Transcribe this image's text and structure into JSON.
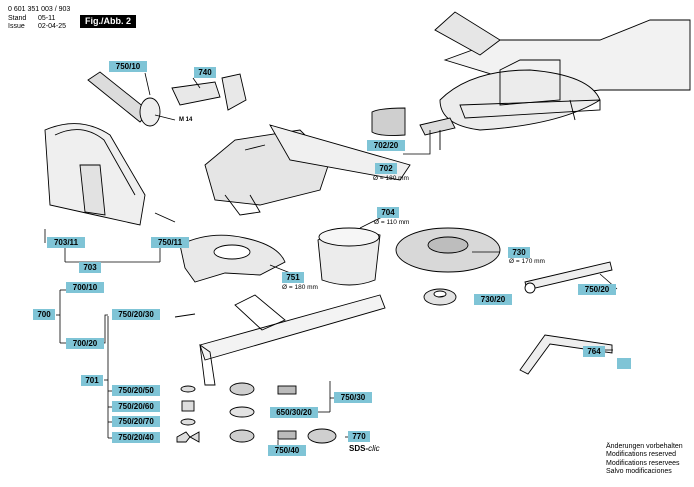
{
  "header": {
    "doc_number": "0 601 351 003 / 903",
    "stand_label": "Stand",
    "stand_value": "05-11",
    "issue_label": "Issue",
    "issue_value": "02-04-25",
    "figure": "Fig./Abb. 2"
  },
  "parts": {
    "p750_10": "750/10",
    "p740": "740",
    "p702_20": "702/20",
    "p702": "702",
    "p704": "704",
    "p703_11": "703/11",
    "p750_11": "750/11",
    "p703": "703",
    "p730": "730",
    "p751": "751",
    "p700_10": "700/10",
    "p700": "700",
    "p750_20_30": "750/20/30",
    "p700_20": "700/20",
    "p730_20": "730/20",
    "p750_20": "750/20",
    "p764": "764",
    "p701": "701",
    "p750_20_50": "750/20/50",
    "p750_30": "750/30",
    "p750_20_60": "750/20/60",
    "p650_30_20": "650/30/20",
    "p750_20_70": "750/20/70",
    "p770": "770",
    "p750_20_40": "750/20/40",
    "p750_40": "750/40"
  },
  "dimensions": {
    "d702": "Ø = 180 mm",
    "d704": "Ø = 110 mm",
    "d730": "Ø = 170 mm",
    "d751": "Ø = 180 mm"
  },
  "thread_label": "M 14",
  "sds_label": "SDS-",
  "sds_suffix": "clic",
  "notes": {
    "line1": "Änderungen vorbehalten",
    "line2": "Modifications reserved",
    "line3": "Modifications reservees",
    "line4": "Salvo modificaciones"
  }
}
